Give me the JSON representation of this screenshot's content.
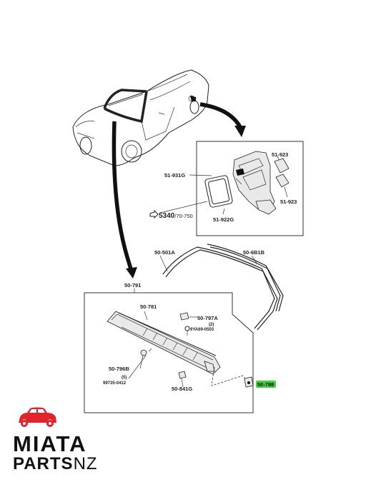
{
  "diagram": {
    "parts": {
      "p51_923_a": "51-923",
      "p51_923_b": "51-923",
      "p51_931G": "51-931G",
      "p51_922G": "51-922G",
      "p5340": "5340",
      "p5340_suffix": "/70-750",
      "p50_501A": "50-501A",
      "p50_6B1B": "50-6B1B",
      "p50_791": "50-791",
      "p50_781": "50-781",
      "p50_797A": "50-797A",
      "qty_2": "(2)",
      "p9YA69": "9YA69-0503",
      "p50_796B": "50-796B",
      "qty_5": "(5)",
      "p99735": "99735-0412",
      "p50_841G": "50-841G",
      "p50_798": "50-798"
    },
    "highlight_color": "#3fd13f"
  },
  "logo": {
    "line1": "MIATA",
    "line2_main": "PARTS",
    "line2_suffix": "NZ",
    "car_color": "#e0242a"
  }
}
